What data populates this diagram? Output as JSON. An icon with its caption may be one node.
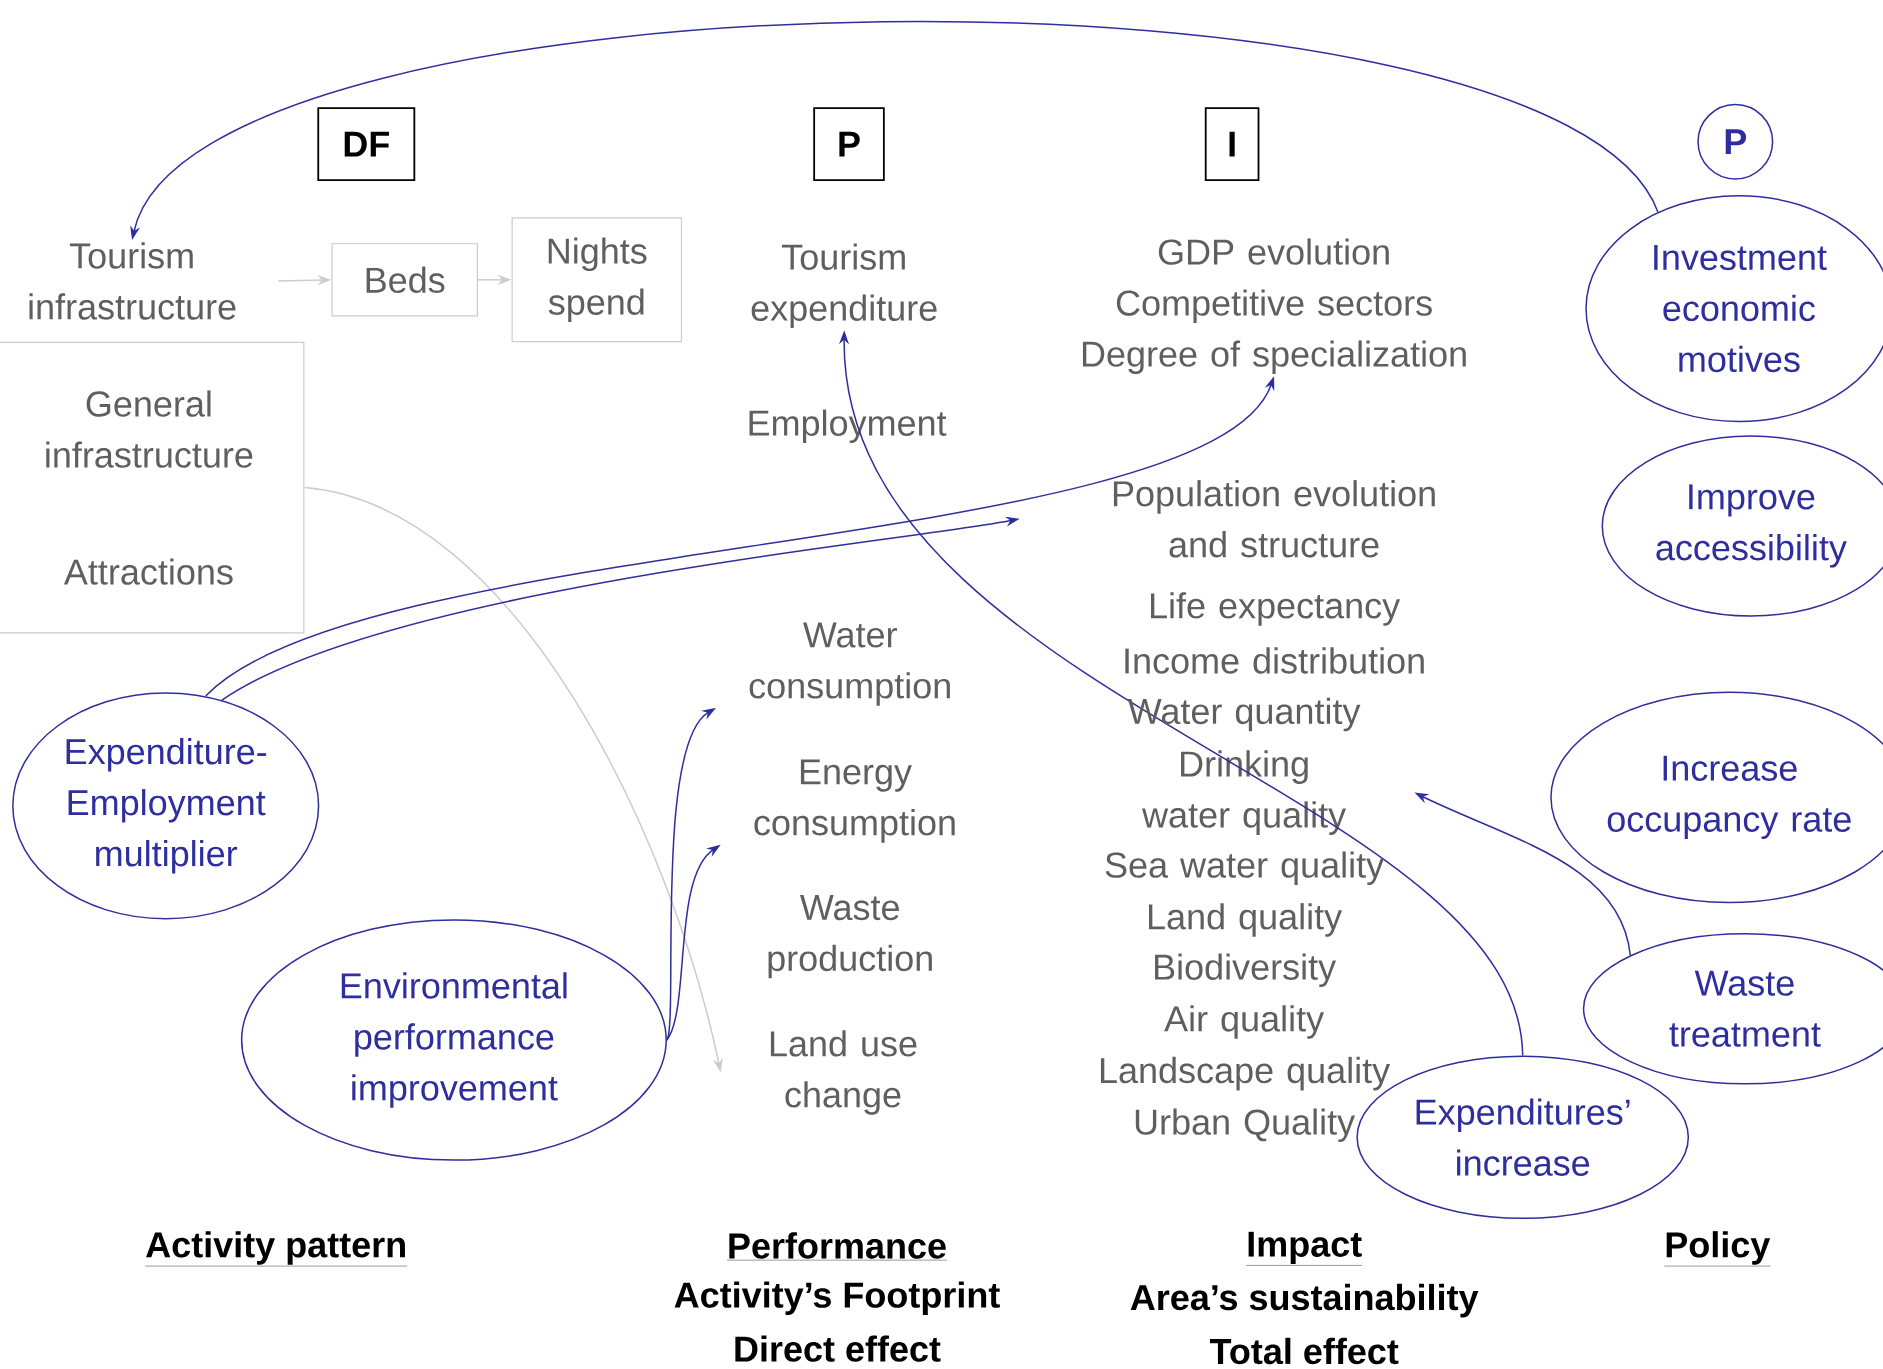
{
  "diagram": {
    "nodes": [
      {
        "text": [
          "DF"
        ]
      },
      {
        "text": [
          "P"
        ]
      },
      {
        "text": [
          "I"
        ]
      },
      {
        "text": [
          "P"
        ]
      },
      {
        "text": [
          "Tourism infrastructure"
        ]
      },
      {
        "text": [
          "General infrastructure",
          "Attractions"
        ]
      },
      {
        "text": [
          "Beds"
        ]
      },
      {
        "text": [
          "Nights spend"
        ]
      },
      {
        "text": [
          "Tourism expenditure"
        ]
      },
      {
        "text": [
          "Employment"
        ]
      },
      {
        "text": [
          "GDP evolution",
          "Competitive sectors",
          "Degree of specialization"
        ]
      },
      {
        "text": [
          "Population evolution and structure"
        ]
      },
      {
        "text": [
          "Water consumption"
        ]
      },
      {
        "text": [
          "Energy consumption"
        ]
      },
      {
        "text": [
          "Land use change"
        ]
      },
      {
        "text": [
          "Drinking water quality"
        ]
      },
      {
        "text": [
          "Investment economic motives"
        ]
      },
      {
        "text": [
          "Improve accessibility"
        ]
      },
      {
        "text": [
          "Increase occupancy rate"
        ]
      },
      {
        "text": [
          "Waste treatment"
        ]
      },
      {
        "text": [
          "Expenditure-Employment multiplier"
        ]
      },
      {
        "text": [
          "Environmental performance improvement"
        ]
      },
      {
        "text": [
          "Expenditures’ increase"
        ]
      }
    ],
    "edges": [
      {
        "from": 16,
        "to": 4,
        "arrow": "to"
      },
      {
        "from": 4,
        "to": 6,
        "arrow": "to",
        "color": "#cccccc"
      },
      {
        "from": 6,
        "to": 7,
        "arrow": "to",
        "color": "#cccccc"
      },
      {
        "from": 5,
        "to": 14,
        "arrow": "to",
        "color": "#cccccc"
      },
      {
        "from": 20,
        "to": 10,
        "arrow": "to"
      },
      {
        "from": 20,
        "to": 11,
        "arrow": "to"
      },
      {
        "from": 21,
        "to": 12,
        "arrow": "to"
      },
      {
        "from": 21,
        "to": 13,
        "arrow": "to"
      },
      {
        "from": 22,
        "to": 8,
        "arrow": "to"
      },
      {
        "from": 19,
        "to": 15,
        "arrow": "to"
      }
    ],
    "labels": [
      "Life expectancy",
      "Income distribution",
      "Water quantity",
      "Waste production",
      "Sea water quality",
      "Land quality",
      "Biodiversity",
      "Air quality",
      "Landscape quality",
      "Urban Quality",
      "Activity pattern",
      "Performance",
      "Impact",
      "Policy",
      "Activity’s Footprint",
      "Area’s sustainability",
      "Direct effect",
      "Total effect"
    ]
  }
}
